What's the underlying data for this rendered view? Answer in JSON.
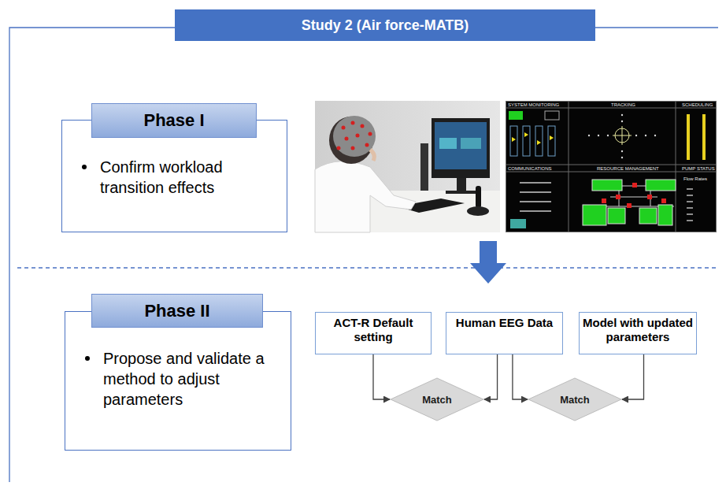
{
  "diagram": {
    "title": "Study 2 (Air force-MATB)",
    "nodes": [
      {
        "text": [
          "Phase I",
          "Confirm workload transition effects"
        ]
      },
      {
        "text": [
          "Phase II",
          "Propose and validate a method to adjust parameters"
        ]
      },
      {
        "text": [
          "ACT-R Default setting"
        ]
      },
      {
        "text": [
          "Human EEG Data"
        ]
      },
      {
        "text": [
          "Model with updated parameters"
        ]
      },
      {
        "text": [
          "Match"
        ]
      },
      {
        "text": [
          "Match"
        ]
      }
    ],
    "edges": [
      {
        "from": 2,
        "to": 5,
        "arrow": "to"
      },
      {
        "from": 3,
        "to": 5,
        "arrow": "to"
      },
      {
        "from": 3,
        "to": 6,
        "arrow": "to"
      },
      {
        "from": 4,
        "to": 6,
        "arrow": "to"
      }
    ],
    "labels": [
      "SYSTEM MONITORING",
      "TRACKING",
      "SCHEDULING",
      "COMMUNICATIONS",
      "RESOURCE MANAGEMENT",
      "PUMP STATUS",
      "Flow Rates"
    ]
  }
}
